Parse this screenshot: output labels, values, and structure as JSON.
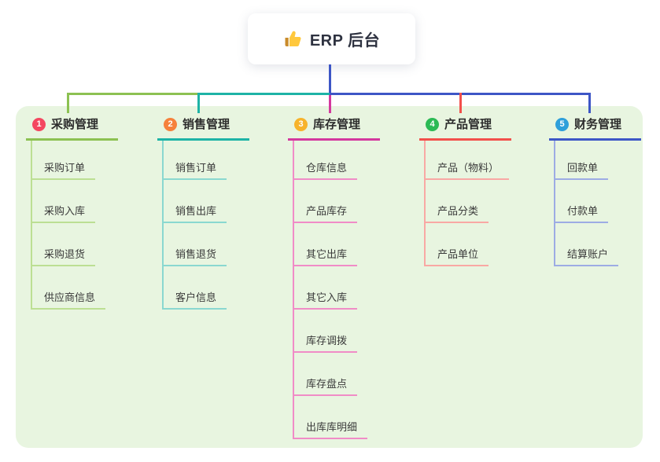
{
  "root": {
    "label": "ERP 后台",
    "icon": "thumbs-up-icon"
  },
  "colors": {
    "canvas_bg": "#FFFFFF",
    "panel_bg": "#E8F5E0",
    "root_stem": "#3D56C6",
    "title_text": "#2D2D2D",
    "child_text": "#3A3A3A"
  },
  "branches": [
    {
      "number": "1",
      "title": "采购管理",
      "color": "#8CC152",
      "light_color": "#BCDF93",
      "badge_color": "#F44760",
      "children": [
        "采购订单",
        "采购入库",
        "采购退货",
        "供应商信息"
      ]
    },
    {
      "number": "2",
      "title": "销售管理",
      "color": "#1EB3A6",
      "light_color": "#8AD8D0",
      "badge_color": "#F6813C",
      "children": [
        "销售订单",
        "销售出库",
        "销售退货",
        "客户信息"
      ]
    },
    {
      "number": "3",
      "title": "库存管理",
      "color": "#D4399E",
      "light_color": "#F08CC7",
      "badge_color": "#F7B32B",
      "children": [
        "仓库信息",
        "产品库存",
        "其它出库",
        "其它入库",
        "库存调拨",
        "库存盘点",
        "出库库明细"
      ]
    },
    {
      "number": "4",
      "title": "产品管理",
      "color": "#F2504B",
      "light_color": "#F9A8A4",
      "badge_color": "#2BBA55",
      "children": [
        "产品（物料）",
        "产品分类",
        "产品单位"
      ]
    },
    {
      "number": "5",
      "title": "财务管理",
      "color": "#3D56C6",
      "light_color": "#9DACE4",
      "badge_color": "#2E9FDA",
      "children": [
        "回款单",
        "付款单",
        "结算账户"
      ]
    }
  ]
}
